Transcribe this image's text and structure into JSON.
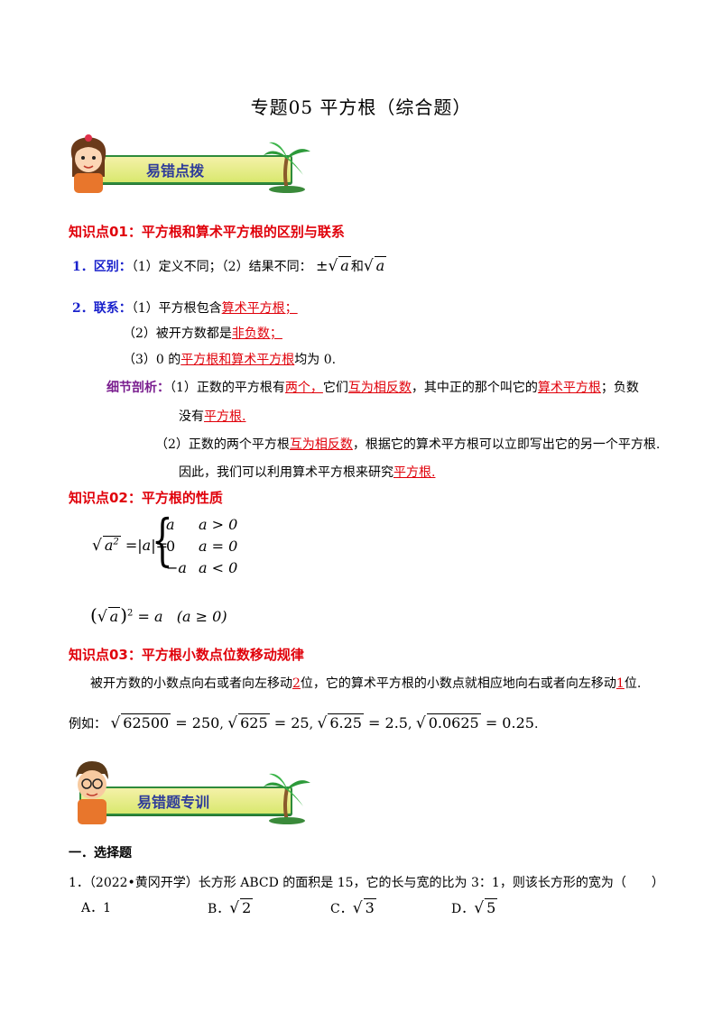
{
  "title": "专题05  平方根（综合题）",
  "banner1": {
    "label": "易错点拨"
  },
  "banner2": {
    "label": "易错题专训"
  },
  "kp1": {
    "heading": "知识点01：平方根和算术平方根的区别与联系",
    "item1": {
      "num": "1．",
      "label": "区别：",
      "text": "（1）定义不同；（2）结果不同：",
      "and": "和"
    },
    "item2": {
      "num": "2．",
      "label": "联系：",
      "l1a": "（1）平方根包含",
      "l1u": "算术平方根；",
      "l2a": "（2）被开方数都是",
      "l2u": "非负数；",
      "l3a": "（3）0 的",
      "l3u": "平方根和算术平方根",
      "l3b": "均为 0."
    },
    "detail": {
      "label": "细节剖析：",
      "d1a": "（1）正数的平方根有",
      "d1u1": "两个，",
      "d1b": "它们",
      "d1u2": "互为相反数",
      "d1c": "，其中正的那个叫它的",
      "d1u3": "算术平方根",
      "d1d": "；负数",
      "d1e": "没有",
      "d1u4": "平方根.",
      "d2a": "（2）正数的两个平方根",
      "d2u1": "互为相反数",
      "d2b": "，根据它的算术平方根可以立即写出它的另一个平方根.",
      "d2c": "因此，我们可以利用算术平方根来研究",
      "d2u2": "平方根."
    }
  },
  "kp2": {
    "heading": "知识点02：平方根的性质",
    "cases": [
      {
        "val": "a",
        "cond": "a > 0"
      },
      {
        "val": "0",
        "cond": "a = 0"
      },
      {
        "val": "−a",
        "cond": "a < 0"
      }
    ],
    "f2": "= a",
    "f2cond": "(a ≥ 0)"
  },
  "kp3": {
    "heading": "知识点03：平方根小数点位数移动规律",
    "t1": "被开方数的小数点向右或者向左移动",
    "u1": "2",
    "t2": "位，它的算术平方根的小数点就相应地向右或者向左移动",
    "u2": "1",
    "t3": "位.",
    "eg": "例如：",
    "examples": [
      {
        "rad": "62500",
        "res": "= 250"
      },
      {
        "rad": "625",
        "res": "= 25"
      },
      {
        "rad": "6.25",
        "res": "= 2.5"
      },
      {
        "rad": "0.0625",
        "res": "= 0.25"
      }
    ]
  },
  "section": "一．选择题",
  "q1": {
    "stem": "1．（2022•黄冈开学）长方形 ABCD 的面积是 15，它的长与宽的比为 3：1，则该长方形的宽为（　　）",
    "opts": [
      {
        "label": "A．1",
        "rad": ""
      },
      {
        "label": "B．",
        "rad": "2"
      },
      {
        "label": "C．",
        "rad": "3"
      },
      {
        "label": "D．",
        "rad": "5"
      }
    ]
  }
}
